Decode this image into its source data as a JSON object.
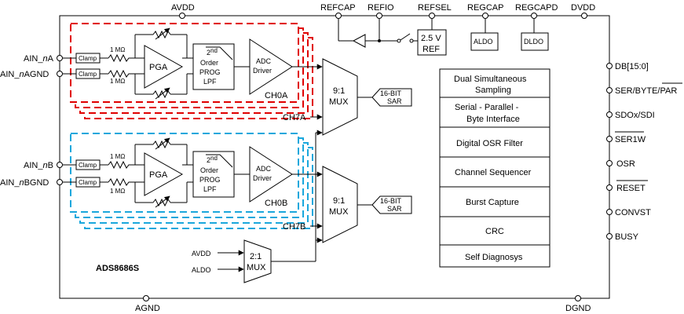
{
  "chip": {
    "name": "ADS8686S"
  },
  "top_pins": {
    "avdd": "AVDD",
    "refcap": "REFCAP",
    "refio": "REFIO",
    "refsel": "REFSEL",
    "regcap": "REGCAP",
    "regcapd": "REGCAPD",
    "dvdd": "DVDD"
  },
  "bottom_pins": {
    "agnd": "AGND",
    "dgnd": "DGND"
  },
  "left_pins": {
    "ain_a": "AIN_",
    "ain_a_n": "n",
    "ain_a_suffix": "A",
    "ain_agnd": "AIN_",
    "ain_agnd_n": "n",
    "ain_agnd_suffix": "AGND",
    "ain_b": "AIN_",
    "ain_b_n": "n",
    "ain_b_suffix": "B",
    "ain_bgnd": "AIN_",
    "ain_bgnd_n": "n",
    "ain_bgnd_suffix": "BGND"
  },
  "right_pins": {
    "db": "DB[15:0]",
    "ser_byte_par_1": "SER/BYTE/",
    "ser_byte_par_2": "PAR",
    "sdo": "SDOx/SDI",
    "ser1w": "SER1W",
    "osr": "OSR",
    "reset": "RESET",
    "convst": "CONVST",
    "busy": "BUSY"
  },
  "reference": {
    "v": "2.5 V",
    "ref": "REF",
    "aldo": "ALDO",
    "dldo": "DLDO"
  },
  "channel_a": {
    "clamp": "Clamp",
    "res1": "1 MΩ",
    "res2": "1 MΩ",
    "pga": "PGA",
    "lpf_2": "2",
    "lpf_nd": "nd",
    "lpf_order": "Order",
    "lpf_prog": "PROG",
    "lpf_lpf": "LPF",
    "drv1": "ADC",
    "drv2": "Driver",
    "ch0": "CH0A",
    "ch7": "CH7A"
  },
  "channel_b": {
    "clamp": "Clamp",
    "res1": "1 MΩ",
    "res2": "1 MΩ",
    "pga": "PGA",
    "lpf_2": "2",
    "lpf_nd": "nd",
    "lpf_order": "Order",
    "lpf_prog": "PROG",
    "lpf_lpf": "LPF",
    "drv1": "ADC",
    "drv2": "Driver",
    "ch0": "CH0B",
    "ch7": "CH7B"
  },
  "mux_a": {
    "line1": "9:1",
    "line2": "MUX"
  },
  "mux_b": {
    "line1": "9:1",
    "line2": "MUX"
  },
  "sar_a": {
    "line1": "16-BIT",
    "line2": "SAR"
  },
  "sar_b": {
    "line1": "16-BIT",
    "line2": "SAR"
  },
  "mux21": {
    "line1": "2:1",
    "line2": "MUX",
    "in1": "AVDD",
    "in2": "ALDO"
  },
  "digital_blocks": [
    {
      "line1": "Dual Simultaneous",
      "line2": "Sampling"
    },
    {
      "line1": "Serial -  Parallel -",
      "line2": "Byte Interface"
    },
    {
      "line1": "Digital OSR Filter",
      "line2": ""
    },
    {
      "line1": "Channel Sequencer",
      "line2": ""
    },
    {
      "line1": "Burst Capture",
      "line2": ""
    },
    {
      "line1": "CRC",
      "line2": ""
    },
    {
      "line1": "Self Diagnosys",
      "line2": ""
    }
  ]
}
